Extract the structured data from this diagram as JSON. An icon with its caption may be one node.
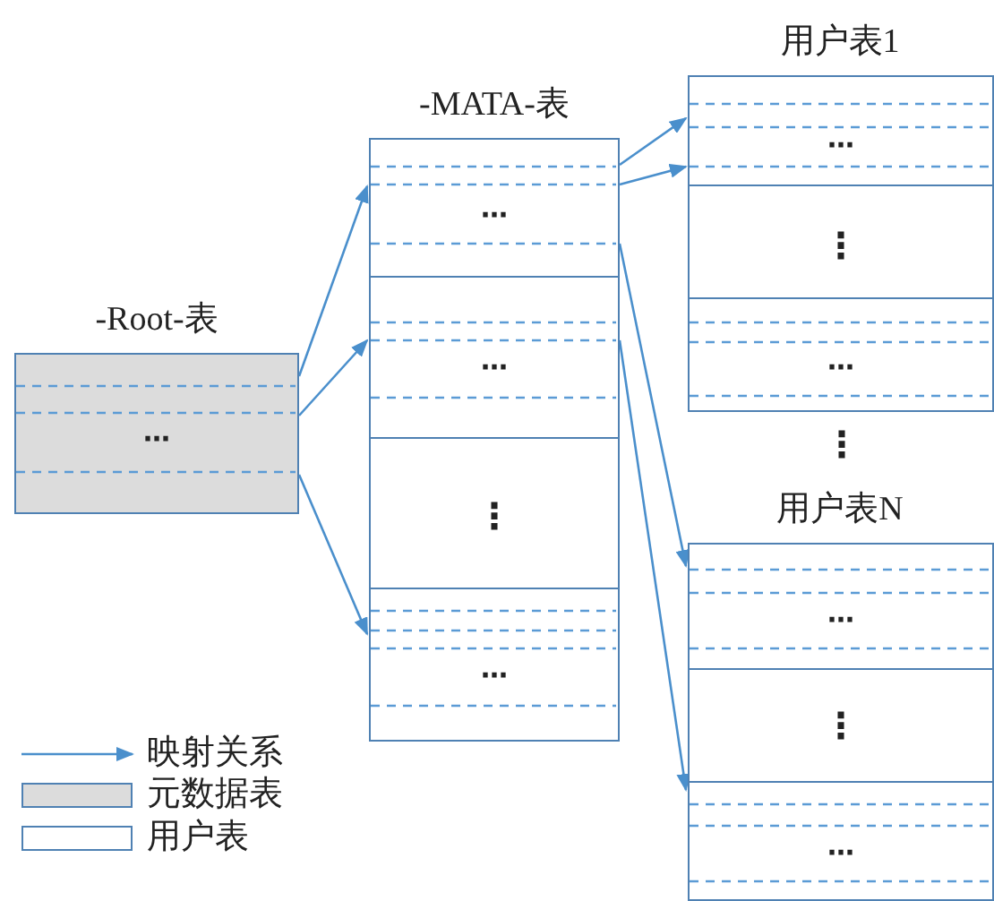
{
  "diagram": {
    "nodes": [
      {
        "text": [
          "-Root-表",
          "⋯"
        ]
      },
      {
        "text": [
          "-MATA-表"
        ]
      },
      {
        "text": [
          "⋯"
        ],
        "in": 1
      },
      {
        "text": [
          "⋯"
        ],
        "in": 1
      },
      {
        "text": [
          "⋮"
        ],
        "in": 1
      },
      {
        "text": [
          "⋯"
        ],
        "in": 1
      },
      {
        "text": [
          "用户表1"
        ]
      },
      {
        "text": [
          "⋯"
        ],
        "in": 6
      },
      {
        "text": [
          "⋮"
        ],
        "in": 6
      },
      {
        "text": [
          "⋯"
        ],
        "in": 6
      },
      {
        "text": [
          "用户表N"
        ]
      },
      {
        "text": [
          "⋯"
        ],
        "in": 10
      },
      {
        "text": [
          "⋮"
        ],
        "in": 10
      },
      {
        "text": [
          "⋯"
        ],
        "in": 10
      }
    ],
    "edges": [
      {
        "from": 0,
        "to": 2,
        "arrow": "to"
      },
      {
        "from": 0,
        "to": 3,
        "arrow": "to"
      },
      {
        "from": 0,
        "to": 5,
        "arrow": "to"
      },
      {
        "from": 2,
        "to": 7,
        "arrow": "to"
      },
      {
        "from": 2,
        "to": 7,
        "arrow": "to"
      },
      {
        "from": 2,
        "to": 11,
        "arrow": "to"
      },
      {
        "from": 3,
        "to": 13,
        "arrow": "to"
      }
    ],
    "labels": [
      "⋮"
    ],
    "legend": [
      {
        "text": "映射关系"
      },
      {
        "text": "元数据表",
        "color": "#dcdcdc"
      },
      {
        "text": "用户表",
        "color": "#ffffff"
      }
    ]
  }
}
